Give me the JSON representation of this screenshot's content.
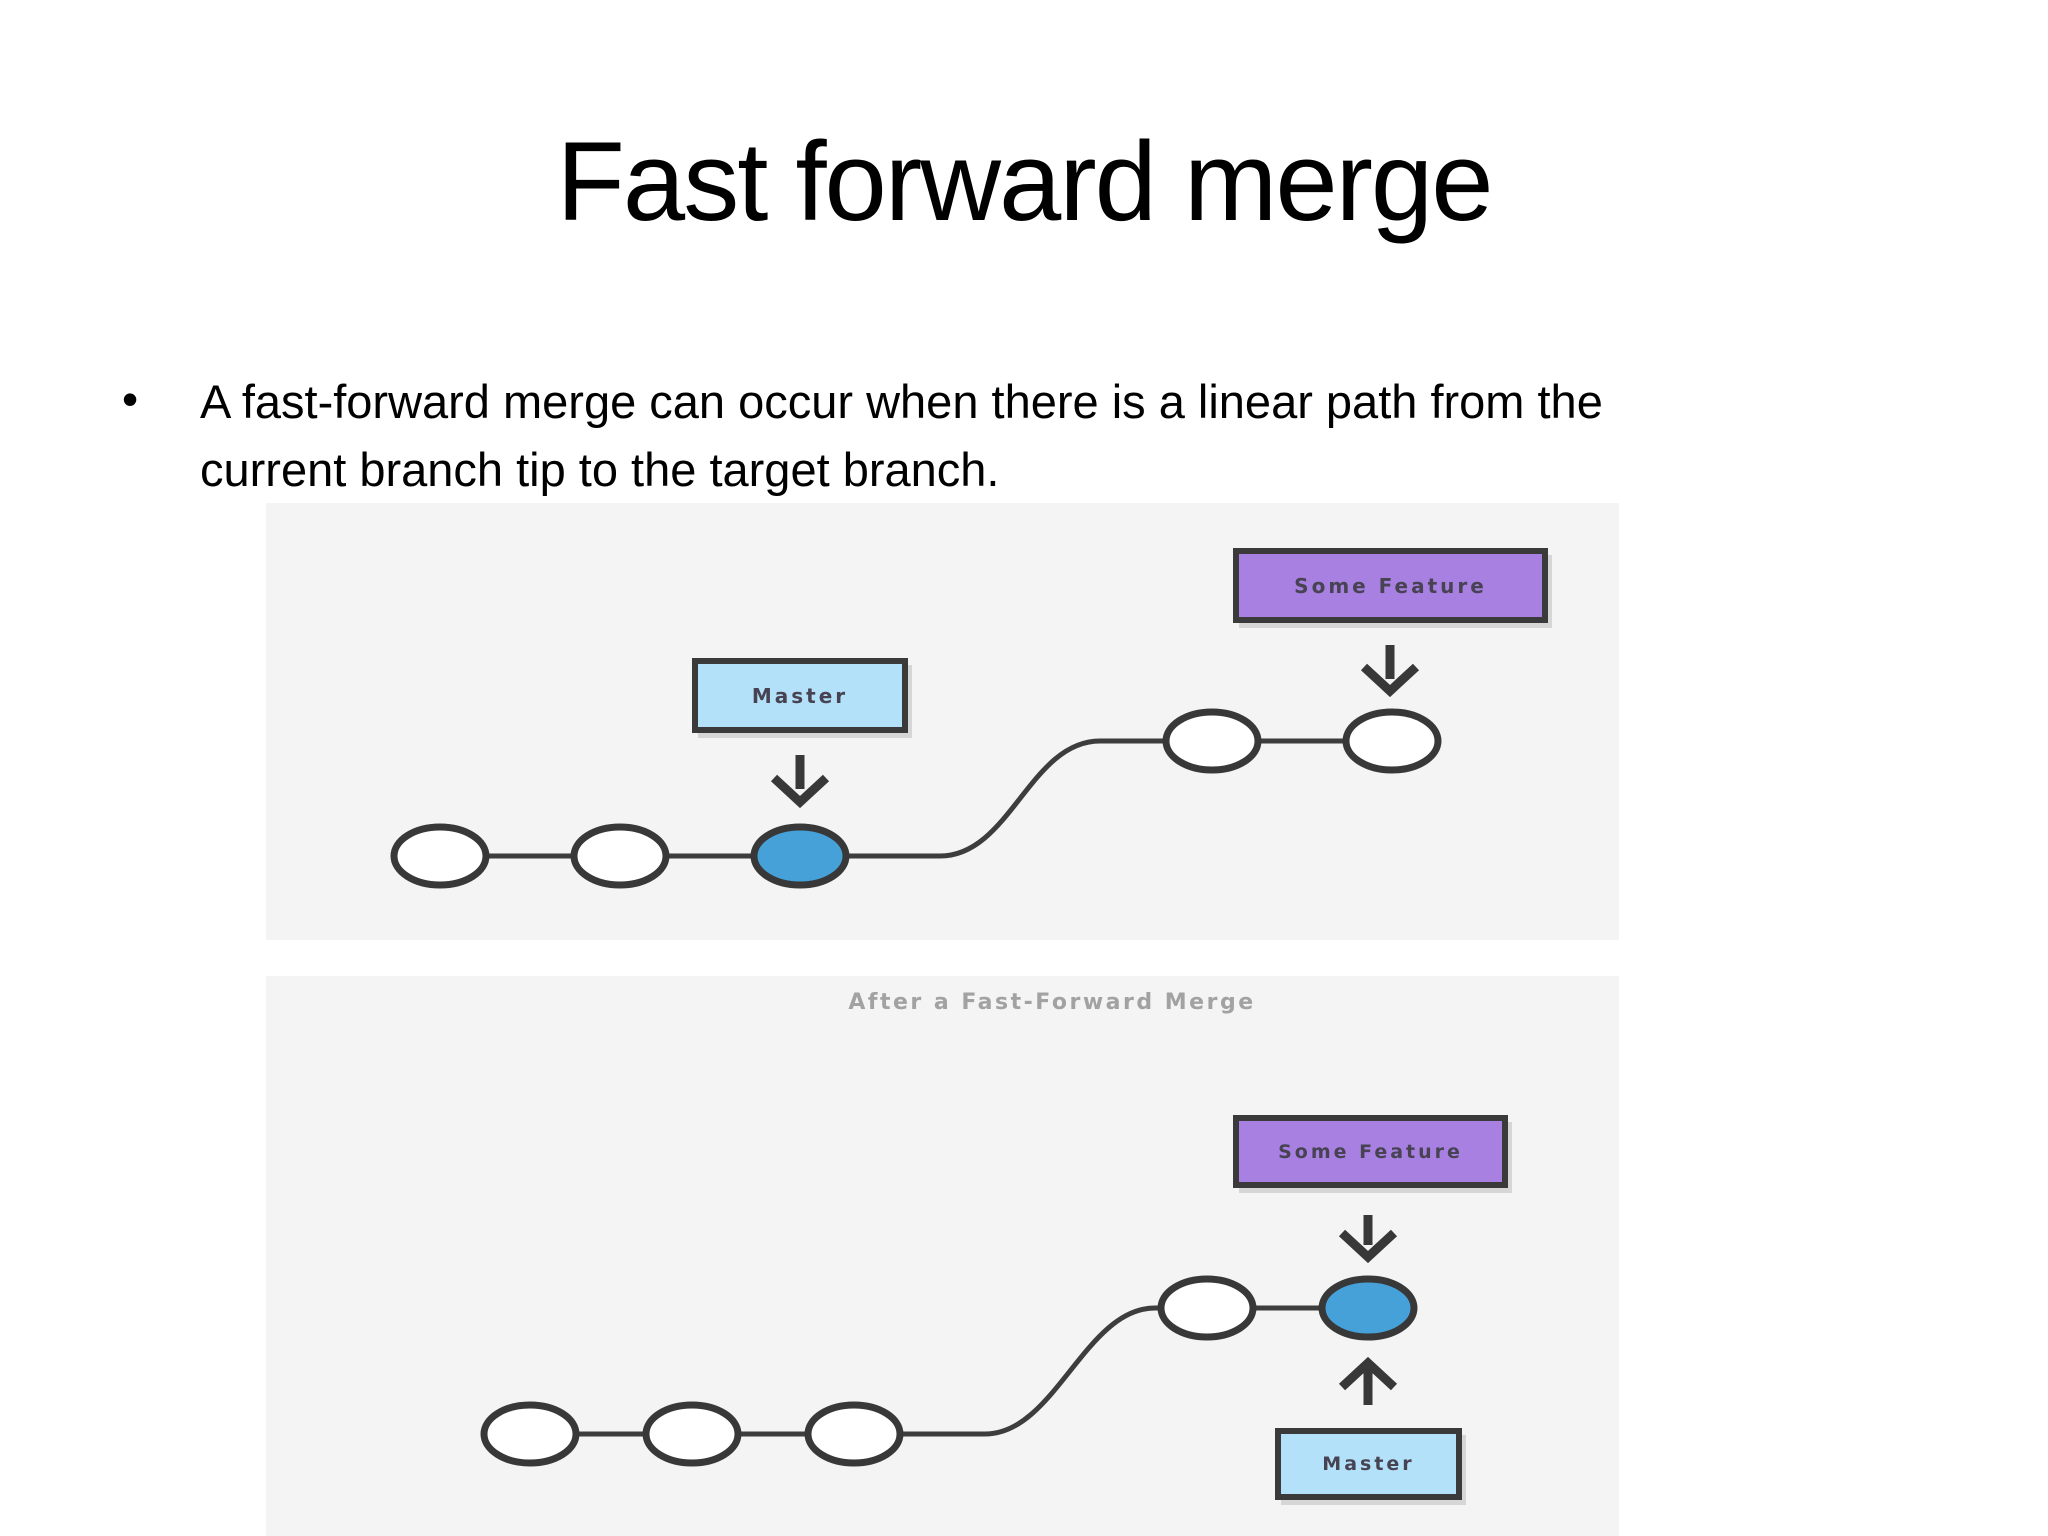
{
  "slide": {
    "title": "Fast forward merge",
    "bullet_marker": "•",
    "bullet_lines": [
      "A fast-forward merge can occur when there is a linear path from the",
      "current branch tip to the target branch."
    ]
  },
  "diagram_before": {
    "feature_label": "Some Feature",
    "master_label": "Master"
  },
  "diagram_after": {
    "caption": "After a Fast-Forward Merge",
    "feature_label": "Some Feature",
    "master_label": "Master"
  },
  "colors": {
    "feature_box_fill": "#a880e2",
    "master_box_fill": "#b3e1f9",
    "commit_blue": "#47a1d9",
    "commit_white": "#ffffff",
    "stroke_dark": "#3a3a3a",
    "panel_background": "#f4f4f5",
    "caption_gray": "#a2a2a2",
    "title_color": "#000000"
  }
}
